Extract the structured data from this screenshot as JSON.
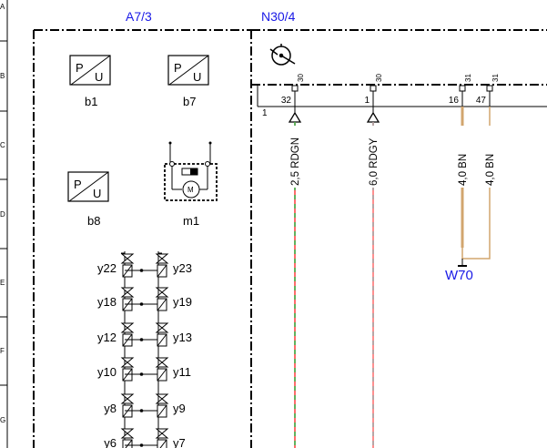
{
  "header": {
    "left_title": "A7/3",
    "right_title": "N30/4"
  },
  "row_marks": [
    "A",
    "B",
    "C",
    "D",
    "E",
    "F",
    "G"
  ],
  "sensors": [
    {
      "id": "b1",
      "p": "P",
      "u": "U"
    },
    {
      "id": "b7",
      "p": "P",
      "u": "U"
    },
    {
      "id": "b8",
      "p": "P",
      "u": "U"
    }
  ],
  "motor": {
    "id": "m1",
    "symbol": "M"
  },
  "valves_left": [
    "y22",
    "y18",
    "y12",
    "y10",
    "y8",
    "y6"
  ],
  "valves_right": [
    "y23",
    "y19",
    "y13",
    "y11",
    "y9",
    "y7"
  ],
  "connector": {
    "index": "1"
  },
  "wires": [
    {
      "pin": "32",
      "terminal": "30",
      "gauge": "2,5 RDGN",
      "color1": "#ff3b3b",
      "color2": "#2fb84a"
    },
    {
      "pin": "1",
      "terminal": "30",
      "gauge": "6,0 RDGY",
      "color1": "#ff6b6b",
      "color2": "#a0a0a0"
    },
    {
      "pin": "16",
      "terminal": "31",
      "gauge": "4,0 BN",
      "color1": "#d2a56e",
      "color2": "#d2a56e"
    },
    {
      "pin": "47",
      "terminal": "31",
      "gauge": "4,0 BN",
      "color1": "#d2a56e",
      "color2": "#d2a56e"
    }
  ],
  "ground": {
    "label": "W70"
  }
}
